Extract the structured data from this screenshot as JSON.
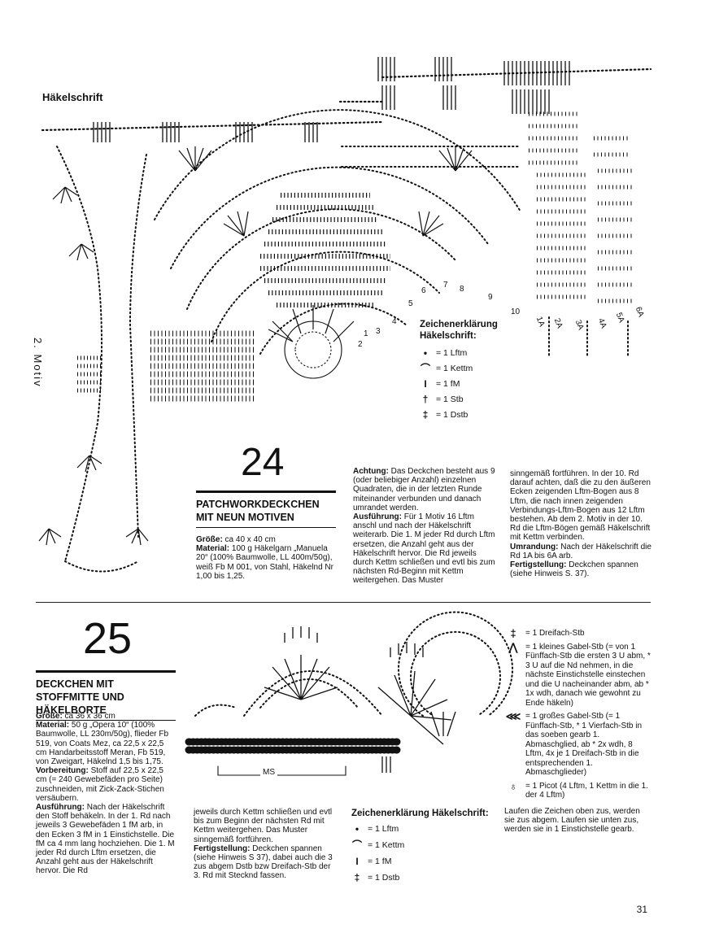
{
  "top": {
    "heading": "Häkelschrift",
    "motiv_label": "2. Motiv",
    "ring_numbers": [
      "1",
      "2",
      "3",
      "4",
      "5",
      "6",
      "7",
      "8",
      "9",
      "10"
    ],
    "row_labels": [
      "1A",
      "2A",
      "3A",
      "4A",
      "5A",
      "6A"
    ],
    "legend": {
      "title": "Zeichenerklärung Häkelschrift:",
      "items": [
        "= 1 Lftm",
        "= 1 Kettm",
        "= 1 fM",
        "= 1 Stb",
        "= 1 Dstb"
      ]
    }
  },
  "s24": {
    "number": "24",
    "title": "PATCHWORKDECKCHEN MIT NEUN MOTIVEN",
    "groesse_label": "Größe:",
    "groesse": " ca 40 x 40 cm",
    "material_label": "Material:",
    "material": " 100 g Häkelgarn „Manuela 20“ (100% Baumwolle, LL 400m/50g), weiß Fb M 001, von Stahl, Häkelnd Nr 1,00 bis 1,25.",
    "achtung_label": "Achtung:",
    "achtung": " Das Deckchen besteht aus 9 (oder beliebiger Anzahl) einzelnen Quadraten, die in der letzten Runde miteinander verbunden und danach umrandet werden.",
    "ausf_label": "Ausführung:",
    "ausf": " Für 1 Motiv 16 Lftm anschl und nach der Häkelschrift weiterarb. Die 1. M jeder Rd durch Lftm ersetzen, die Anzahl geht aus der Häkelschrift hervor. Die Rd jeweils durch Kettm schließen und evtl bis zum nächsten Rd-Beginn mit Kettm weitergehen. Das Muster",
    "col3": "sinngemäß fortführen. In der 10. Rd darauf achten, daß die zu den äußeren Ecken zeigenden Lftm-Bogen aus 8 Lftm, die nach innen zeigenden Verbindungs-Lftm-Bogen aus 12 Lftm bestehen. Ab dem 2. Motiv in der 10. Rd die Lftm-Bögen gemäß Häkelschrift mit Kettm verbinden.",
    "umr_label": "Umrandung:",
    "umr": " Nach der Häkelschrift die Rd 1A bis 6A arb.",
    "fert_label": "Fertigstellung:",
    "fert": " Deckchen spannen (siehe Hinweis S. 37)."
  },
  "s25": {
    "number": "25",
    "title": "DECKCHEN MIT STOFFMITTE UND HÄKELBORTE",
    "groesse_label": "Größe:",
    "groesse": " ca 36 x 36 cm",
    "material_label": "Material:",
    "material": " 50 g „Opera 10“ (100% Baumwolle, LL 230m/50g), flieder Fb 519, von Coats Mez, ca 22,5 x 22,5 cm Handarbeitsstoff Meran, Fb 519, von Zweigart, Häkelnd 1,5 bis 1,75.",
    "vorb_label": "Vorbereitung:",
    "vorb": " Stoff auf 22,5 x 22,5 cm (= 240 Gewebefäden pro Seite) zuschneiden, mit Zick-Zack-Stichen versäubern.",
    "ausf_label": "Ausführung:",
    "ausf": " Nach der Häkelschrift den Stoff behäkeln. In der 1. Rd nach jeweils 3 Gewebefäden 1 fM arb, in den Ecken 3 fM in 1 Einstichstelle. Die fM ca 4 mm lang hochziehen. Die 1. M jeder Rd durch Lftm ersetzen, die Anzahl geht aus der Häkelschrift hervor. Die Rd",
    "ms_label": "MS",
    "col2": "jeweils durch Kettm schließen und evtl bis zum Beginn der nächsten Rd mit Kettm weitergehen. Das Muster sinngemäß fortführen.",
    "fert_label": "Fertigstellung:",
    "fert": " Deckchen spannen (siehe Hinweis S 37), dabei auch die 3 zus abgem Dstb bzw Dreifach-Stb der 3. Rd mit Stecknd fassen.",
    "legend": {
      "title": "Zeichenerklärung Häkelschrift:",
      "items": [
        "= 1 Lftm",
        "= 1 Kettm",
        "= 1 fM",
        "= 1 Dstb"
      ]
    },
    "right": {
      "dreifach": "= 1 Dreifach-Stb",
      "kleines": "= 1 kleines Gabel-Stb (= von 1 Fünffach-Stb die ersten 3 U abm, * 3 U auf die Nd nehmen, in die nächste Einstichstelle einstechen und die U nacheinander abm, ab * 1x wdh, danach wie gewohnt zu Ende häkeln)",
      "grosses": "= 1 großes Gabel-Stb (= 1 Fünffach-Stb, * 1 Vierfach-Stb in das soeben gearb 1. Abmaschglied, ab * 2x wdh, 8 Lftm, 4x je 1 Dreifach-Stb in die entsprechenden 1. Abmaschglieder)",
      "picot": "= 1 Picot (4 Lftm, 1 Kettm in die 1. der 4 Lftm)",
      "note": "Laufen die Zeichen oben zus, werden sie zus abgem. Laufen sie unten zus, werden sie in 1 Einstichstelle gearb."
    }
  },
  "page_number": "31"
}
